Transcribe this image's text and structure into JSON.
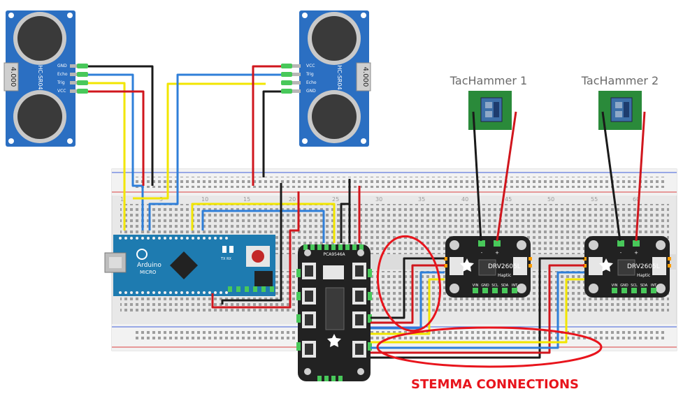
{
  "sensors": {
    "left": {
      "label": "HC-SR04",
      "value": "4.000",
      "pins": [
        "GND",
        "Echo",
        "Trig",
        "VCC"
      ]
    },
    "right": {
      "label": "HC-SR04",
      "value": "4.000",
      "pins": [
        "VCC",
        "Trig",
        "Echo",
        "GND"
      ]
    }
  },
  "tachammers": [
    {
      "label": "TacHammer 1"
    },
    {
      "label": "TacHammer 2"
    }
  ],
  "arduino": {
    "brand": "Arduino",
    "model": "MICRO",
    "leds": "TX RX"
  },
  "mux": {
    "label": "PCA9546A"
  },
  "drivers": [
    {
      "label": "DRV2605L",
      "sub": "Haptic",
      "pins_top": [
        "-",
        "+"
      ],
      "pins_bottom": [
        "VIN",
        "GND",
        "SCL",
        "SDA",
        "INT"
      ]
    },
    {
      "label": "DRV2605L",
      "sub": "Haptic",
      "pins_top": [
        "-",
        "+"
      ],
      "pins_bottom": [
        "VIN",
        "GND",
        "SCL",
        "SDA",
        "INT"
      ]
    }
  ],
  "breadboard": {
    "col_labels": [
      "1",
      "5",
      "10",
      "15",
      "20",
      "25",
      "30",
      "35",
      "40",
      "45",
      "50",
      "55",
      "60"
    ]
  },
  "annotation": {
    "text": "STEMMA CONNECTIONS",
    "color": "#e8141c"
  },
  "colors": {
    "black": "#1a1a1a",
    "red": "#d0161d",
    "blue": "#2f7fd9",
    "yellow": "#f2e600",
    "green_board": "#2a8a3a",
    "sensor_blue": "#2b6fc2",
    "arduino_blue": "#1e7bb0"
  }
}
